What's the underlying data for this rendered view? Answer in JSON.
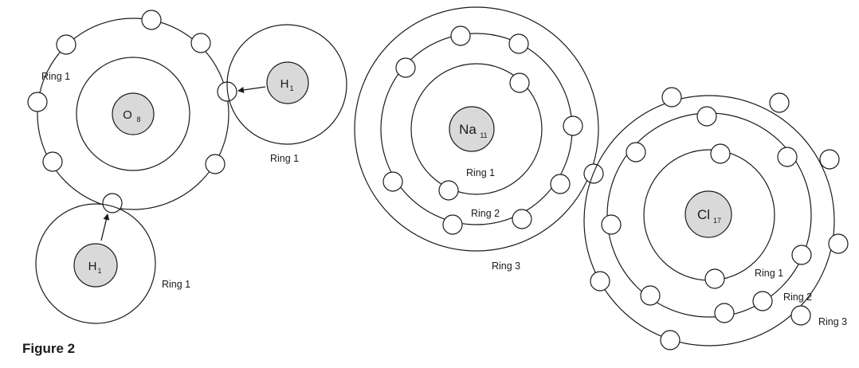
{
  "figure_caption": "Figure 2",
  "atoms": {
    "oxygen": {
      "symbol": "O",
      "number": "8",
      "ring_labels": [
        "Ring 1"
      ]
    },
    "hydrogen_right": {
      "symbol": "H",
      "number": "1",
      "ring_labels": [
        "Ring 1"
      ]
    },
    "hydrogen_bottom": {
      "symbol": "H",
      "number": "1",
      "ring_labels": [
        "Ring 1"
      ]
    },
    "sodium": {
      "symbol": "Na",
      "number": "11",
      "ring_labels": [
        "Ring 1",
        "Ring 2",
        "Ring 3"
      ]
    },
    "chlorine": {
      "symbol": "Cl",
      "number": "17",
      "ring_labels": [
        "Ring 1",
        "Ring 2",
        "Ring 3"
      ]
    }
  }
}
